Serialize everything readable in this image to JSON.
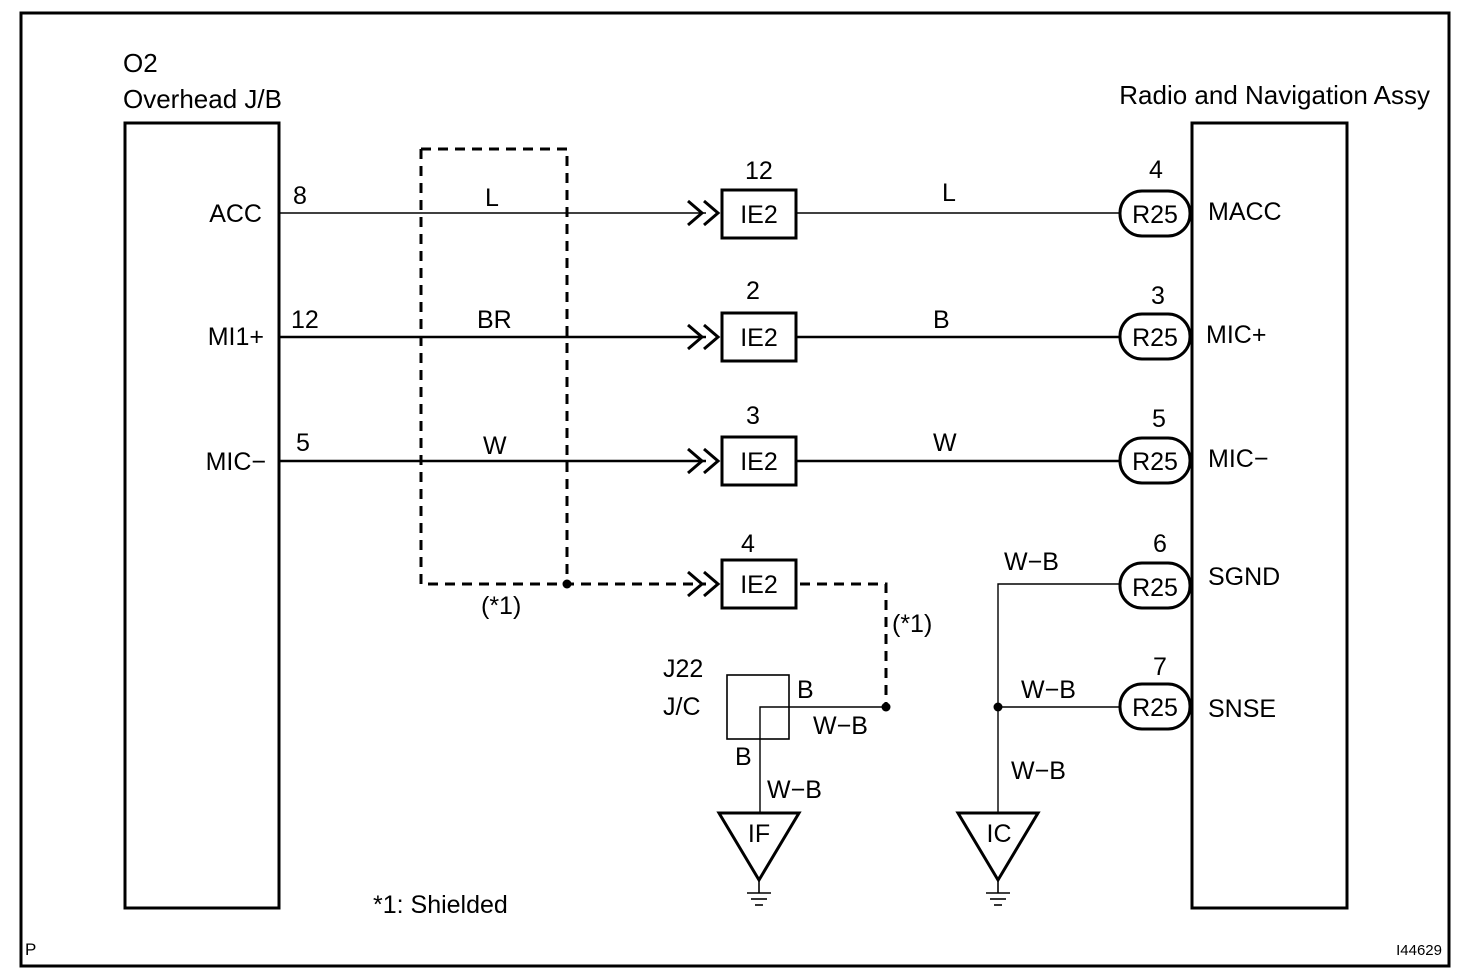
{
  "left_component": {
    "id": "O2",
    "name": "Overhead J/B"
  },
  "right_component": {
    "name": "Radio and Navigation Assy"
  },
  "left_pins": [
    {
      "label": "ACC",
      "number": "8"
    },
    {
      "label": "MI1+",
      "number": "12"
    },
    {
      "label": "MIC−",
      "number": "5"
    }
  ],
  "left_wire_colors": [
    "L",
    "BR",
    "W"
  ],
  "connectors": [
    {
      "name": "IE2",
      "pin": "12"
    },
    {
      "name": "IE2",
      "pin": "2"
    },
    {
      "name": "IE2",
      "pin": "3"
    },
    {
      "name": "IE2",
      "pin": "4"
    }
  ],
  "right_wire_colors": [
    "L",
    "B",
    "W"
  ],
  "right_pins": [
    {
      "connector": "R25",
      "number": "4",
      "label": "MACC"
    },
    {
      "connector": "R25",
      "number": "3",
      "label": "MIC+"
    },
    {
      "connector": "R25",
      "number": "5",
      "label": "MIC−"
    },
    {
      "connector": "R25",
      "number": "6",
      "label": "SGND"
    },
    {
      "connector": "R25",
      "number": "7",
      "label": "SNSE"
    }
  ],
  "shield": {
    "ref": "(*1)",
    "ref2": "(*1)"
  },
  "junction": {
    "id": "J22",
    "name": "J/C",
    "pin_top": "B",
    "pin_bottom": "B",
    "wire_in": "W−B",
    "wire_out": "W−B"
  },
  "ground_wires": {
    "sgnd": "W−B",
    "snse": "W−B",
    "common": "W−B"
  },
  "grounds": [
    "IF",
    "IC"
  ],
  "footnote": "*1: Shielded",
  "corner_label": "P",
  "figure_id": "I44629"
}
